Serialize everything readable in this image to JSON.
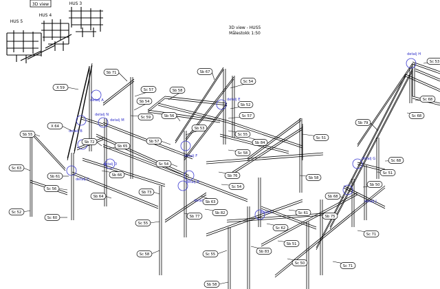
{
  "header": {
    "view_button": "3D view",
    "title": "3D view - HUS5",
    "scale": "Målestokk 1:50"
  },
  "thumbnail": {
    "labels": [
      "HUS 3",
      "HUS 4",
      "HUS 5"
    ]
  },
  "member_labels": [
    "Sb 71",
    "Sb 67",
    "X 59",
    "Sc 57",
    "Sb 58",
    "Sc 54",
    "Sb 54",
    "Sb 52",
    "Sc 59",
    "Sb 56",
    "Sc 57",
    "Sb 53",
    "Sc 55",
    "X 64",
    "Sb 55",
    "Sb 72",
    "Sb 57",
    "Sb 84",
    "Sc 51",
    "Sb 65",
    "Sc 58",
    "Sc 63",
    "Sc 54",
    "Sb 76",
    "Sb 61",
    "Sb 66",
    "Sc 56",
    "Sc 54",
    "Sb 58",
    "Sb 73",
    "Sb 64",
    "Sb 63",
    "Sc 52",
    "Sc 60",
    "Sc 55",
    "Sb 77",
    "Sb 82",
    "Sc 61",
    "Sc 62",
    "Sb 75",
    "Sb 79",
    "Sc 68",
    "Sc 68",
    "Sb 68",
    "Sc 68",
    "Sb 50",
    "Sc 51",
    "Sc 71",
    "Sb 51",
    "Sc 50",
    "Sc 58",
    "Sc 55",
    "Sb 83",
    "Sc 71",
    "Sb 58",
    "Sc 53"
  ],
  "detail_labels": [
    "detalj A",
    "detalj N",
    "detalj B",
    "detalj M",
    "detalj C",
    "detalj D",
    "detalj E",
    "detalj F",
    "detalj B",
    "detalj G",
    "detalj H",
    "detalj G",
    "detalj I",
    "detalj J"
  ]
}
